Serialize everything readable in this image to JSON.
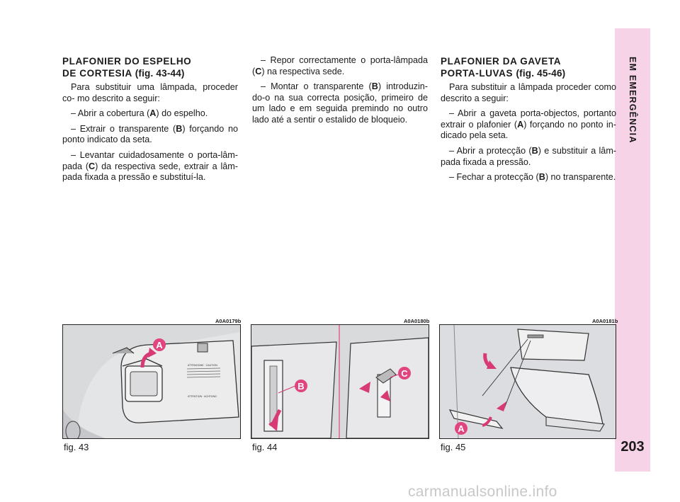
{
  "sidebar": {
    "section_title": "EM EMERGÊNCIA",
    "page_number": "203"
  },
  "col1": {
    "heading_line1": "PLAFONIER DO ESPELHO",
    "heading_line2": "DE CORTESIA",
    "heading_fig": "(fig. 43-44)",
    "p1": "Para substituir uma lâmpada, proceder co- mo descrito a seguir:",
    "p2_a": "– Abrir a cobertura (",
    "p2_b": "A",
    "p2_c": ") do espelho.",
    "p3_a": "– Extrair o transparente (",
    "p3_b": "B",
    "p3_c": ") forçando no ponto indicato da seta.",
    "p4_a": "– Levantar cuidadosamente o porta-lâm- pada (",
    "p4_b": "C",
    "p4_c": ") da respectiva sede, extrair a lâm- pada fixada a pressão e substituí-la."
  },
  "col2": {
    "p1_a": "– Repor correctamente o porta-lâmpada (",
    "p1_b": "C",
    "p1_c": ") na respectiva sede.",
    "p2_a": "– Montar o transparente (",
    "p2_b": "B",
    "p2_c": ") introduzin- do-o na sua correcta posição, primeiro de um lado e em seguida premindo no outro lado até a sentir o estalido de bloqueio."
  },
  "col3": {
    "heading_line1": "PLAFONIER DA GAVETA",
    "heading_line2": "PORTA-LUVAS",
    "heading_fig": "(fig. 45-46)",
    "p1": "Para substituir a lâmpada proceder como descrito a seguir:",
    "p2_a": "– Abrir a gaveta porta-objectos, portanto extrair o plafonier (",
    "p2_b": "A",
    "p2_c": ") forçando no ponto in- dicado pela seta.",
    "p3_a": "– Abrir a protecção (",
    "p3_b": "B",
    "p3_c": ") e substituir a lâm- pada fixada a pressão.",
    "p4_a": "– Fechar a protecção (",
    "p4_b": "B",
    "p4_c": ") no transparente."
  },
  "figures": [
    {
      "code": "A0A0179b",
      "label": "fig. 43",
      "callouts": [
        "A"
      ],
      "sticker_lines": [
        "ATTENZIONE · CAUTION",
        "ATTENTION · ACHTUNG"
      ]
    },
    {
      "code": "A0A0180b",
      "label": "fig. 44",
      "callouts": [
        "B",
        "C"
      ]
    },
    {
      "code": "A0A0181b",
      "label": "fig. 45",
      "callouts": [
        "A"
      ]
    }
  ],
  "colors": {
    "accent_pink": "#f7d3e8",
    "callout_pink": "#e0457f",
    "arrow_pink": "#d73a75"
  },
  "watermark": "carmanualsonline.info"
}
